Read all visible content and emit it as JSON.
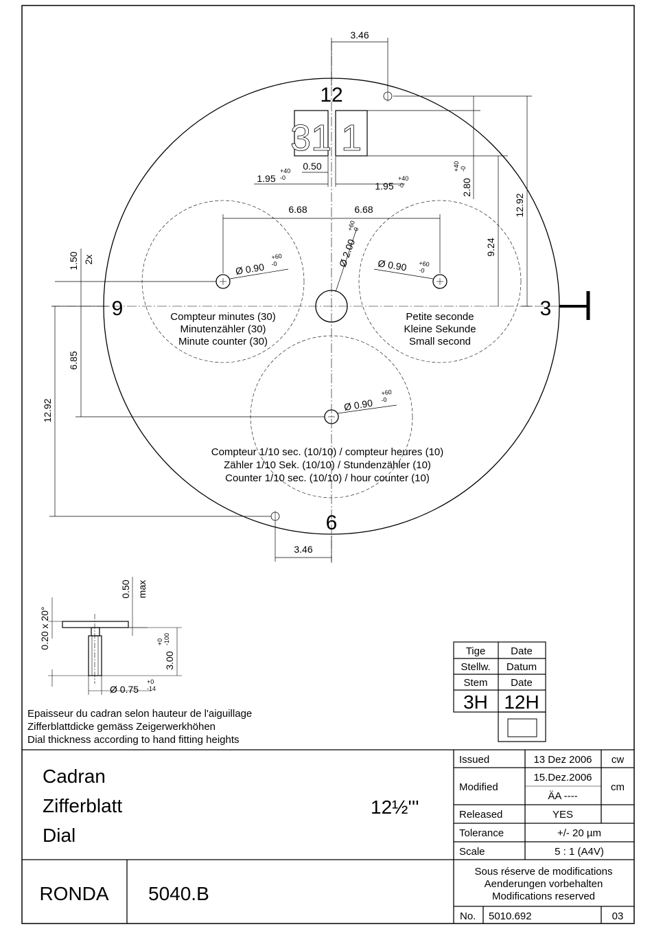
{
  "dial": {
    "hours": {
      "h12": "12",
      "h3": "3",
      "h6": "6",
      "h9": "9"
    },
    "digit_window": {
      "left": "31",
      "right": "1"
    },
    "subdials": {
      "minute_counter": [
        "Compteur minutes (30)",
        "Minutenzähler (30)",
        "Minute counter (30)"
      ],
      "small_second": [
        "Petite seconde",
        "Kleine Sekunde",
        "Small second"
      ],
      "tenth_counter": [
        "Compteur 1/10 sec. (10/10) / compteur heures (10)",
        "Zähler 1/10 Sek. (10/10) / Stundenzähler (10)",
        "Counter 1/10 sec. (10/10) / hour counter (10)"
      ]
    },
    "dimensions": {
      "top_346": "3.46",
      "bottom_346": "3.46",
      "d050": "0.50",
      "d195_left": "1.95",
      "d195_right": "1.95",
      "tol_plus40": "+40",
      "tol_minus0": "-0",
      "d280": "2.80",
      "d1292_right": "12.92",
      "d924": "9.24",
      "d668_left": "6.68",
      "d668_right": "6.68",
      "diam200": "Ø 2.00",
      "diam090_left": "Ø 0.90",
      "diam090_right": "Ø 0.90",
      "diam090_bottom": "Ø 0.90",
      "tol_plus60": "+60",
      "tol_minus0b": "-0",
      "d150": "1.50",
      "x2": "2x",
      "d685": "6.85",
      "d1292_left": "12.92"
    }
  },
  "foot": {
    "d050": "0.50",
    "max": "max",
    "angle": "0.20 x 20°",
    "d300": "3.00",
    "tol_plus0": "+0",
    "tol_minus100": "-100",
    "diam075": "Ø 0.75",
    "tol_minus14": "-14"
  },
  "thickness_note": [
    "Epaisseur du cadran selon hauteur de l'aiguillage",
    "Zifferblattdicke gemäss Zeigerwerkhöhen",
    "Dial thickness according to hand fitting heights"
  ],
  "stem_table": {
    "row1": [
      "Tige",
      "Date"
    ],
    "row2": [
      "Stellw.",
      "Datum"
    ],
    "row3": [
      "Stem",
      "Date"
    ],
    "row4": [
      "3H",
      "12H"
    ]
  },
  "title_block": {
    "title_fr": "Cadran",
    "title_de": "Zifferblatt",
    "title_en": "Dial",
    "caliber_size": "12½'''",
    "brand": "RONDA",
    "caliber": "5040.B",
    "issued_label": "Issued",
    "issued_date": "13 Dez 2006",
    "issued_by": "cw",
    "modified_label": "Modified",
    "modified_date": "15.Dez.2006",
    "modified_change": "ÄA ----",
    "modified_by": "cm",
    "released_label": "Released",
    "released_value": "YES",
    "tolerance_label": "Tolerance",
    "tolerance_value": "+/- 20 µm",
    "scale_label": "Scale",
    "scale_value": "5 : 1 (A4V)",
    "reserve": [
      "Sous réserve de modifications",
      "Aenderungen vorbehalten",
      "Modifications reserved"
    ],
    "no_label": "No.",
    "no_value": "5010.692",
    "revision": "03"
  }
}
